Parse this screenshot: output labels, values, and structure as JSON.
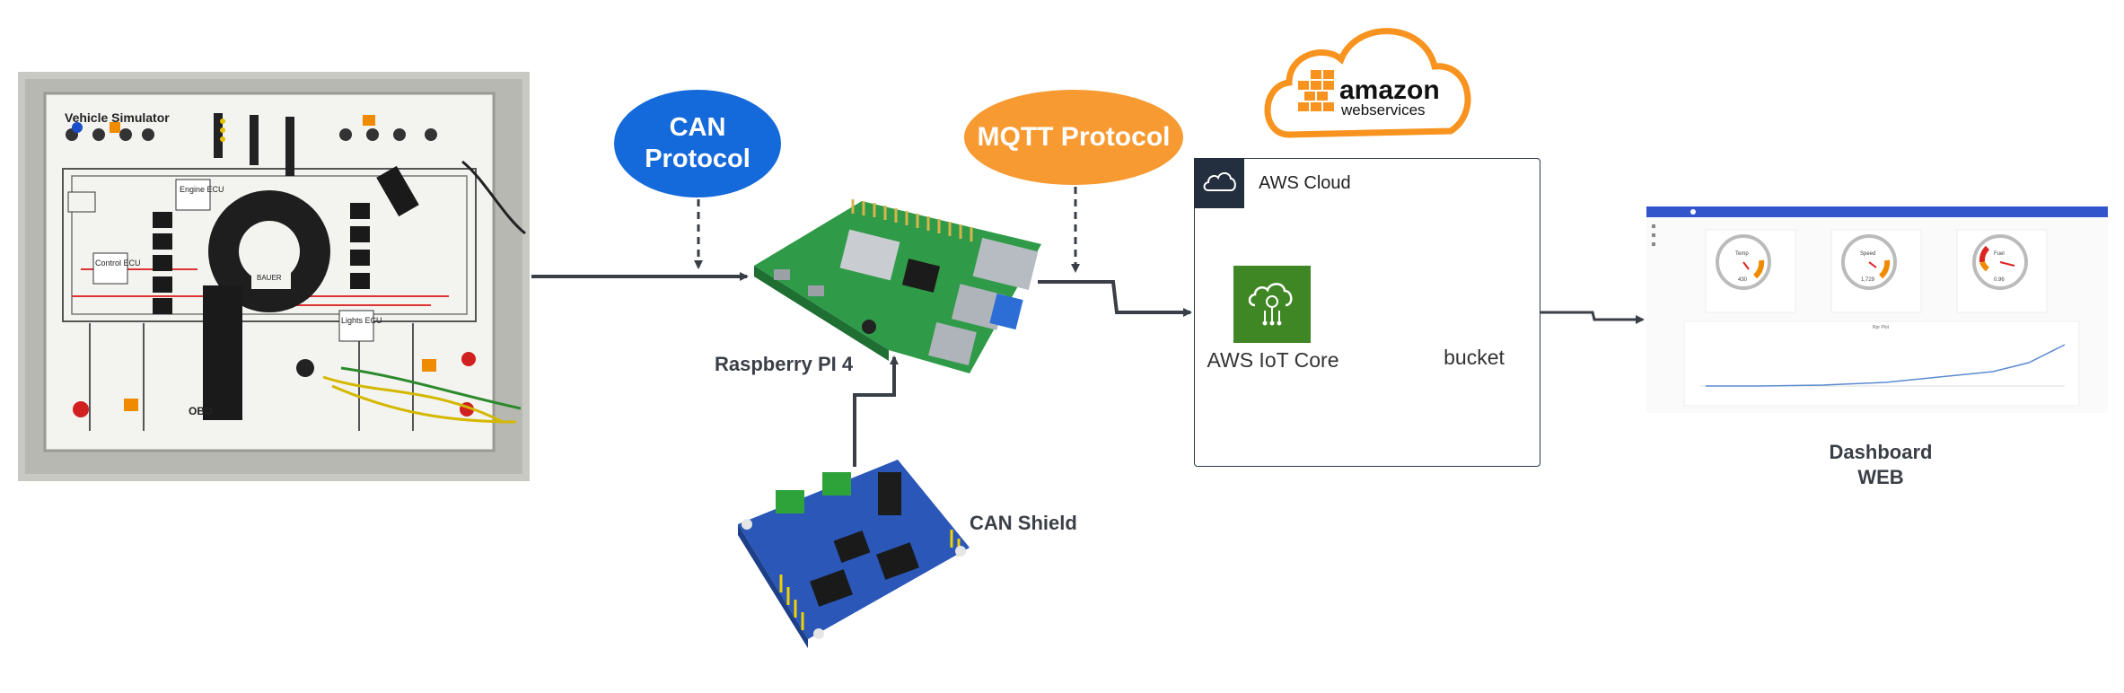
{
  "bubbles": {
    "can": "CAN\nProtocol",
    "can_line1": "CAN",
    "can_line2": "Protocol",
    "mqtt": "MQTT Protocol"
  },
  "labels": {
    "raspberry": "Raspberry PI 4",
    "can_shield": "CAN Shield",
    "aws_cloud": "AWS Cloud",
    "iot_core": "AWS IoT Core",
    "bucket": "bucket",
    "dashboard_line1": "Dashboard",
    "dashboard_line2": "WEB"
  },
  "vehicle_simulator": {
    "title": "Vehicle Simulator",
    "engine_ecu": "Engine ECU",
    "control_ecu": "Control ECU",
    "lights_ecu": "Lights ECU",
    "obd": "OBD",
    "bauer": "BAUER"
  },
  "aws_logo": {
    "brand": "amazon",
    "sub": "webservices"
  },
  "dashboard": {
    "gauges": [
      {
        "label": "Temp",
        "value": "430"
      },
      {
        "label": "Speed",
        "value": "1,729"
      },
      {
        "label": "Fuel",
        "value": "0.96"
      }
    ],
    "chart_title": "Rpr Plot"
  },
  "colors": {
    "can_blue": "#1469db",
    "mqtt_orange": "#f79a32",
    "aws_dark": "#232f3e",
    "iot_green": "#3f8624",
    "bucket_red": "#e05243",
    "dash_blue": "#3355cc",
    "aws_orange": "#f7931e"
  }
}
